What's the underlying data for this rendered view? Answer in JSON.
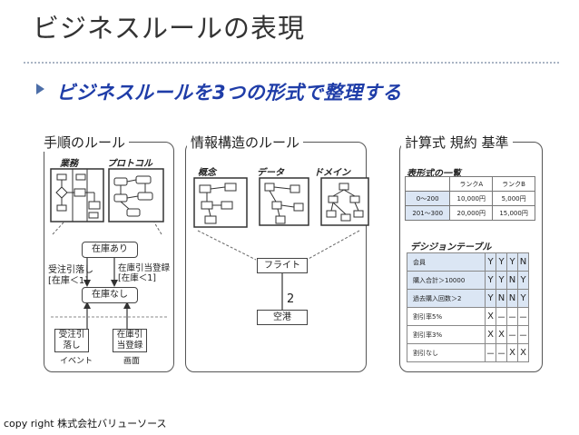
{
  "title": "ビジネスルールの表現",
  "headline": "ビジネスルールを3つの形式で整理する",
  "sections": {
    "procedure": {
      "title": "手順のルール",
      "col_business": "業務",
      "col_protocol": "プロトコル",
      "state_in_stock": "在庫あり",
      "state_no_stock": "在庫なし",
      "transition_left": [
        "受注引落し",
        "[在庫＜1]"
      ],
      "transition_right": [
        "在庫引当登録",
        "[在庫＜1]"
      ],
      "event_box": [
        "受注引",
        "落し"
      ],
      "screen_box": [
        "在庫引",
        "当登録"
      ],
      "event_label": "イベント",
      "screen_label": "画面"
    },
    "information": {
      "title": "情報構造のルール",
      "col_concept": "概念",
      "col_data": "データ",
      "col_domain": "ドメイン",
      "entity_flight": "フライト",
      "entity_airport": "空港",
      "multiplicity": "2"
    },
    "calculation": {
      "title": "計算式  規約  基準",
      "table_title": "表形式の一覧",
      "table_headers": [
        "",
        "ランクA",
        "ランクB"
      ],
      "table_rows": [
        [
          "0～200",
          "10,000円",
          "5,000円"
        ],
        [
          "201～300",
          "20,000円",
          "15,000円"
        ]
      ],
      "decision_title": "デシジョンテーブル",
      "decision_rows": [
        {
          "cond": "会員",
          "vals": [
            "Y",
            "Y",
            "Y",
            "N"
          ]
        },
        {
          "cond": "購入合計＞10000",
          "vals": [
            "Y",
            "Y",
            "N",
            "Y"
          ]
        },
        {
          "cond": "過去購入回数＞2",
          "vals": [
            "Y",
            "N",
            "N",
            "Y"
          ]
        },
        {
          "cond": "割引率5%",
          "vals": [
            "X",
            "－",
            "－",
            "－"
          ]
        },
        {
          "cond": "割引率3%",
          "vals": [
            "X",
            "X",
            "－",
            "－"
          ]
        },
        {
          "cond": "割引なし",
          "vals": [
            "－",
            "－",
            "X",
            "X"
          ]
        }
      ]
    }
  },
  "copyright": "copy right 株式会社バリューソース"
}
